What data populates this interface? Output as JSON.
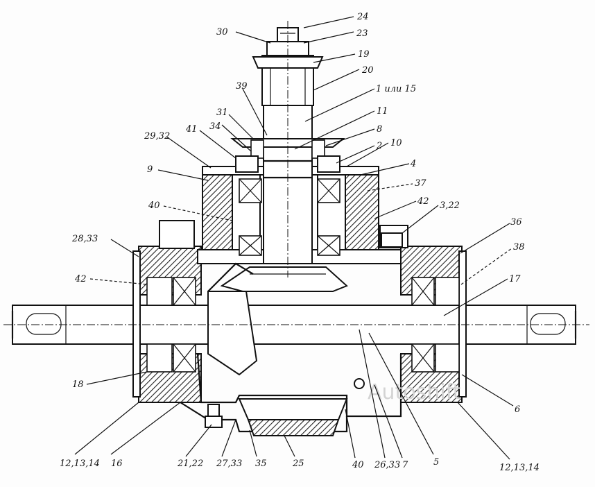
{
  "drawing": {
    "labels": {
      "l24": "24",
      "l30": "30",
      "l23": "23",
      "l19": "19",
      "l20": "20",
      "l1": "1 или 15",
      "l39": "39",
      "l11": "11",
      "l31": "31",
      "l34": "34",
      "l41": "41",
      "l2932": "29,32",
      "l8": "8",
      "l2": "2",
      "l10": "10",
      "l9": "9",
      "l4": "4",
      "l37": "37",
      "l40": "40",
      "l42a": "42",
      "l322": "3,22",
      "l2833": "28,33",
      "l36": "36",
      "l38": "38",
      "l42b": "42",
      "l17": "17",
      "l18": "18",
      "l6": "6",
      "l121314a": "12,13,14",
      "l16": "16",
      "l2122": "21,22",
      "l2733": "27,33",
      "l35": "35",
      "l25": "25",
      "l40b": "40",
      "l2633": "26,33",
      "l7": "7",
      "l5": "5",
      "l121314b": "12,13,14"
    },
    "watermark": "Autoshift"
  }
}
